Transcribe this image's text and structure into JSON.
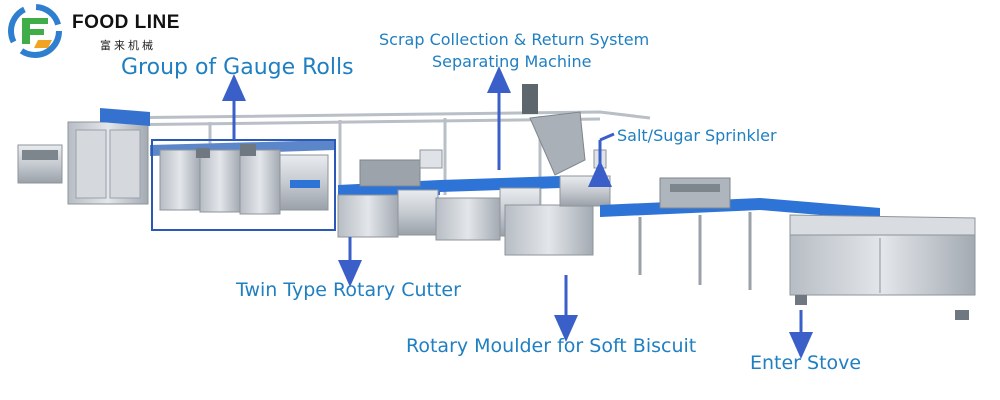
{
  "brand": {
    "name": "FOOD LINE",
    "subtitle": "富来机械",
    "logo_colors": [
      "#2f7fd0",
      "#3fae49",
      "#f0a422"
    ]
  },
  "labels": {
    "gauge_rolls": "Group of Gauge Rolls",
    "scrap_collection": "Scrap Collection & Return System",
    "separating_machine": "Separating Machine",
    "salt_sugar": "Salt/Sugar Sprinkler",
    "twin_cutter": "Twin Type Rotary Cutter",
    "rotary_moulder": "Rotary Moulder for Soft Biscuit",
    "enter_stove": "Enter Stove"
  },
  "colors": {
    "label_text": "#1f7fc1",
    "arrow": "#3a5fc8",
    "highlight_box": "#2b57b8",
    "conveyor_belt": "#2e73d6",
    "stainless": "#c9ced4"
  },
  "icons": {
    "machine_illustration": "biscuit-production-line",
    "arrows": "down-and-up-arrow"
  }
}
